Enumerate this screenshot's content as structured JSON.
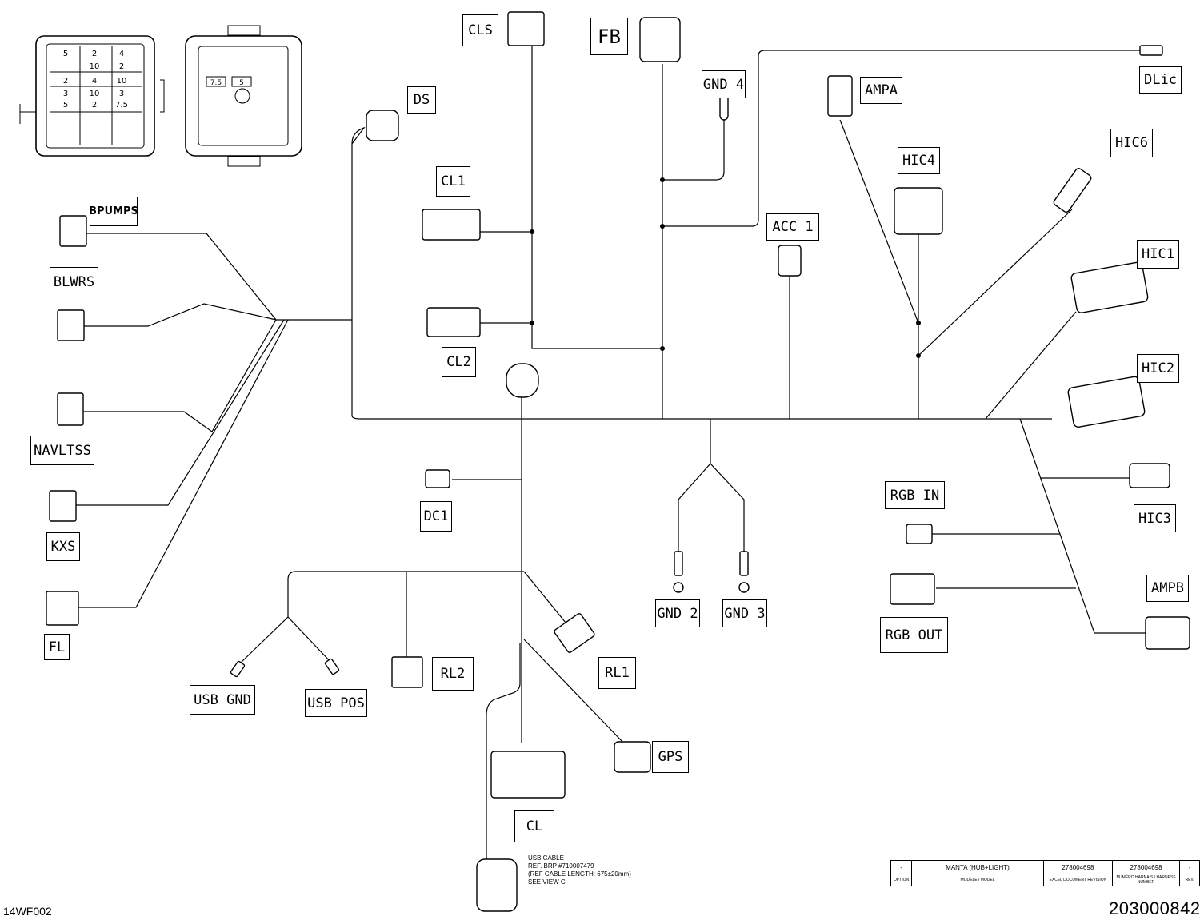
{
  "labels": {
    "cls": "CLS",
    "fb": "FB",
    "ds": "DS",
    "gnd4": "GND 4",
    "ampa": "AMPA",
    "dlic": "DLic",
    "hic6": "HIC6",
    "hic4": "HIC4",
    "acc1": "ACC 1",
    "hic1": "HIC1",
    "hic2": "HIC2",
    "hic3": "HIC3",
    "ampb": "AMPB",
    "rgb_in": "RGB IN",
    "rgb_out": "RGB OUT",
    "cl1": "CL1",
    "cl2": "CL2",
    "bpumps": "BPUMPS",
    "blwrs": "BLWRS",
    "navltss": "NAVLTSS",
    "kxs": "KXS",
    "fl": "FL",
    "dc1": "DC1",
    "gnd2": "GND 2",
    "gnd3": "GND 3",
    "rl1": "RL1",
    "rl2": "RL2",
    "gps": "GPS",
    "cl": "CL",
    "usb_gnd": "USB GND",
    "usb_pos": "USB POS"
  },
  "fuse_box": {
    "left_cells": [
      "5",
      "2",
      "4",
      "2",
      "10",
      "2",
      "4",
      "10",
      "3",
      "10",
      "3",
      "5",
      "2",
      "7.5"
    ],
    "right_cells": [
      "7.5",
      "5"
    ]
  },
  "usb_note": "USB CABLE\nREF. BRP #710007479\n(REF CABLE LENGTH: 675±20mm)\nSEE VIEW C",
  "drawing_code": "14WF002",
  "part_number": "203000842",
  "title_block": {
    "row1": [
      "-",
      "MANTA (HUB+LIGHT)",
      "278004698",
      "278004698",
      "-"
    ],
    "row2": [
      "OPTION",
      "MODÈLE / MODEL",
      "EXCEL DOCUMENT REVISION",
      "NUMÉRO HARNAIS / HARNESS NUMBER",
      "REV."
    ]
  }
}
